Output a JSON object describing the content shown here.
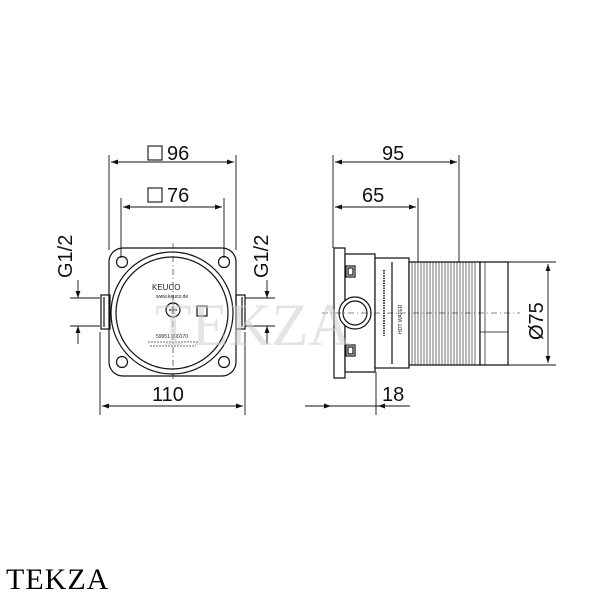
{
  "front_view": {
    "dim_square_96": "96",
    "dim_square_76": "76",
    "dim_width_110": "110",
    "dim_thread_left": "G1/2",
    "dim_thread_right": "G1/2",
    "label_brand": "KEUCO",
    "label_url": "www.keuco.de",
    "label_part_no": "59951 000170"
  },
  "side_view": {
    "dim_depth_95": "95",
    "dim_depth_65": "65",
    "dim_diameter_75": "Ø75",
    "dim_offset_18": "18",
    "label_hot_water": "HOT WATER"
  },
  "watermark": {
    "text": "TEKZA"
  },
  "footer": {
    "brand": "TEKZA"
  }
}
